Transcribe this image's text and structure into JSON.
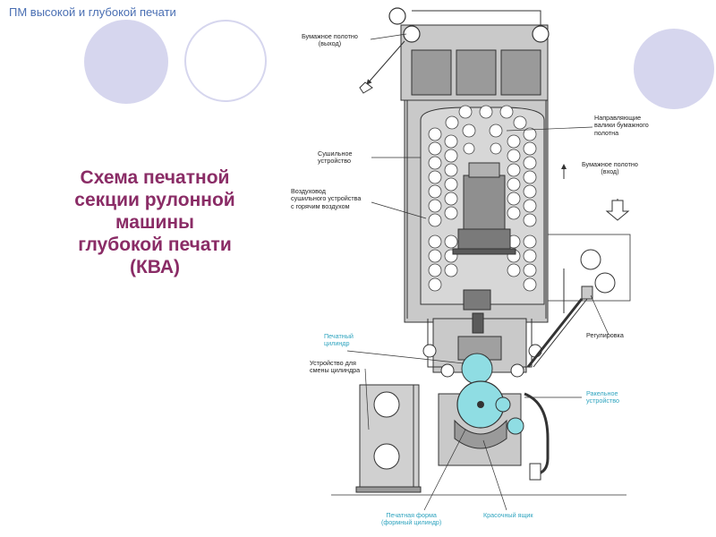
{
  "header": {
    "text": "ПМ высокой и глубокой печати"
  },
  "title": {
    "lines": [
      "Схема печатной",
      "секции рулонной",
      "машины",
      "глубокой печати",
      "(КВА)"
    ]
  },
  "labels": {
    "paper_out": [
      "Бумажное полотно",
      "(выход)"
    ],
    "guide_rollers": [
      "Направляющие",
      "валики бумажного",
      "полотна"
    ],
    "dryer": [
      "Сушильное",
      "устройство"
    ],
    "paper_in": [
      "Бумажное полотно",
      "(вход)"
    ],
    "air_duct": [
      "Воздуховод",
      "сушильного устройства",
      "с горячим воздухом"
    ],
    "regulation": "Регулировка",
    "impression_cylinder": [
      "Печатный",
      "цилиндр"
    ],
    "cylinder_change": [
      "Устройство для",
      "смены цилиндра"
    ],
    "doctor_blade": [
      "Ракельное",
      "устройство"
    ],
    "printing_form": [
      "Печатная форма",
      "(формный цилиндр)"
    ],
    "ink_trough": "Красочный ящик"
  },
  "colors": {
    "header": "#4a6fb3",
    "title": "#8a2c66",
    "machine_fill": "#c9c9c9",
    "cylinder_fill": "#8fdde3",
    "blue_label": "#2fa4bf",
    "deco_circle": "#d6d6ee"
  }
}
